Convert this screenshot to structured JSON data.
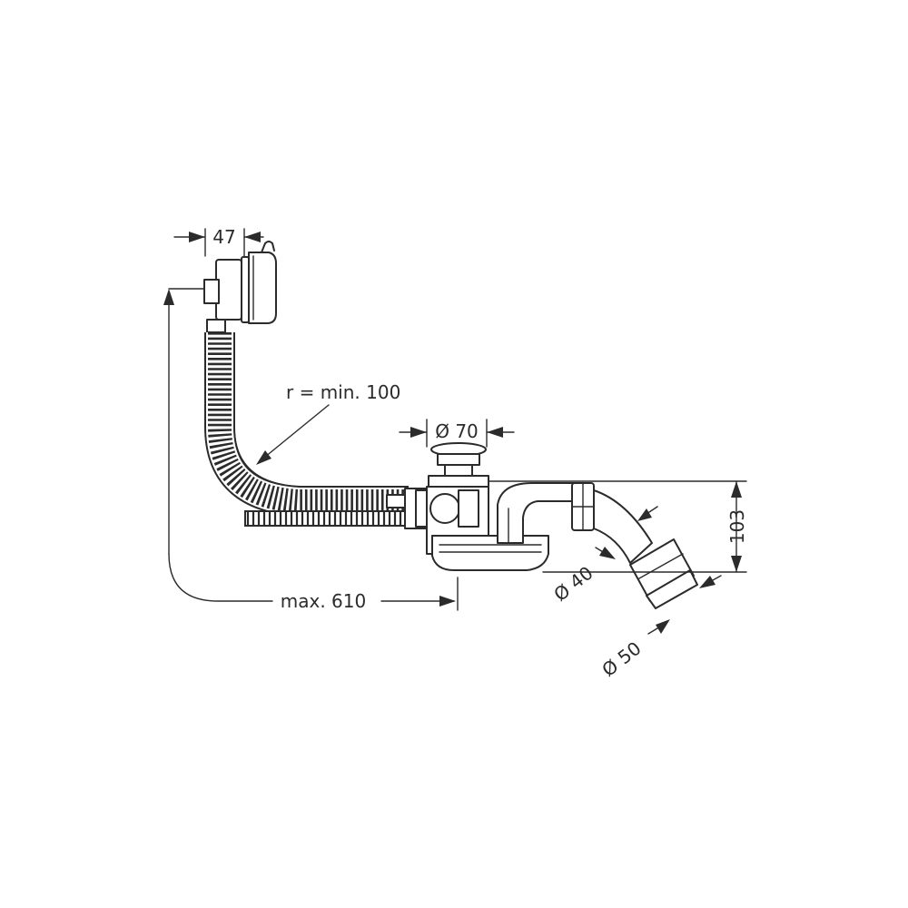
{
  "dimensions": {
    "overflow_depth": "47",
    "bend_radius": "r = min. 100",
    "drain_diameter": "Ø 70",
    "trap_height": "103",
    "inlet_diameter": "Ø 40",
    "outlet_diameter": "Ø 50",
    "max_length": "max. 610"
  },
  "colors": {
    "line": "#2b2b2b",
    "background": "#ffffff"
  }
}
